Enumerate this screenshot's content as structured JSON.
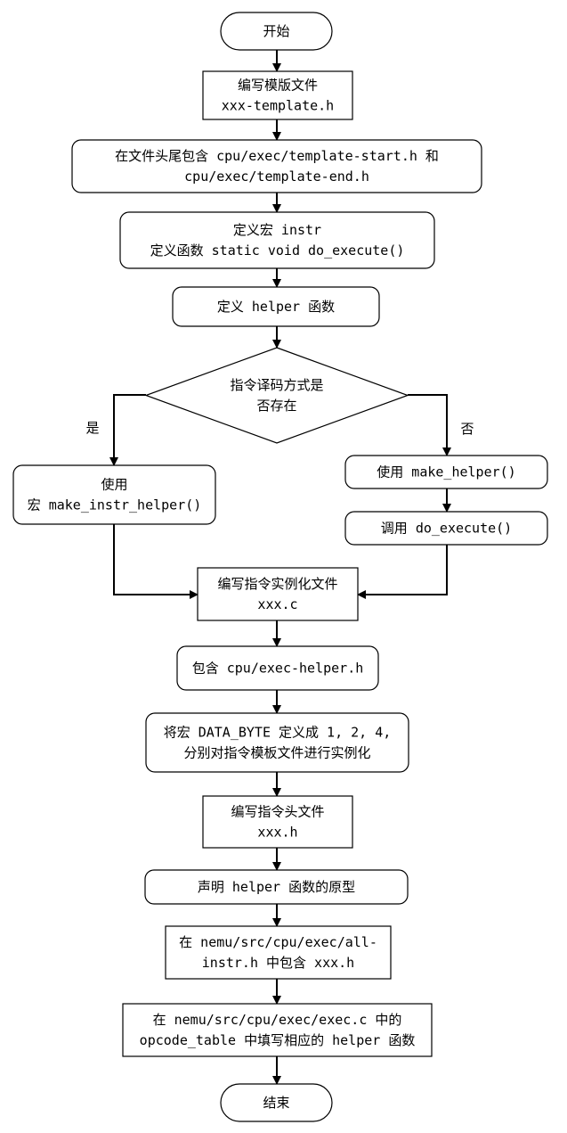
{
  "flowchart": {
    "nodes": {
      "start": {
        "lines": [
          "开始"
        ]
      },
      "write_template": {
        "lines": [
          "编写模版文件",
          "xxx-template.h"
        ]
      },
      "include_start_end": {
        "lines": [
          "在文件头尾包含 cpu/exec/template-start.h 和",
          "cpu/exec/template-end.h"
        ]
      },
      "define_macro": {
        "lines": [
          "定义宏 instr",
          "定义函数 static void do_execute()"
        ]
      },
      "define_helper": {
        "lines": [
          "定义 helper 函数"
        ]
      },
      "decision": {
        "lines": [
          "指令译码方式是",
          "否存在"
        ]
      },
      "use_macro": {
        "lines": [
          "使用",
          "宏 make_instr_helper()"
        ]
      },
      "use_make_helper": {
        "lines": [
          "使用 make_helper()"
        ]
      },
      "call_do_execute": {
        "lines": [
          "调用 do_execute()"
        ]
      },
      "write_instance": {
        "lines": [
          "编写指令实例化文件",
          "xxx.c"
        ]
      },
      "include_exec_helper": {
        "lines": [
          "包含 cpu/exec-helper.h"
        ]
      },
      "define_data_byte": {
        "lines": [
          "将宏 DATA_BYTE 定义成 1, 2, 4,",
          "分别对指令模板文件进行实例化"
        ]
      },
      "write_header": {
        "lines": [
          "编写指令头文件",
          "xxx.h"
        ]
      },
      "declare_helper": {
        "lines": [
          "声明 helper 函数的原型"
        ]
      },
      "include_all_instr": {
        "lines": [
          "在 nemu/src/cpu/exec/all-",
          "instr.h 中包含 xxx.h"
        ]
      },
      "fill_opcode_table": {
        "lines": [
          "在 nemu/src/cpu/exec/exec.c 中的",
          "opcode_table 中填写相应的 helper 函数"
        ]
      },
      "end": {
        "lines": [
          "结束"
        ]
      }
    },
    "branch_labels": {
      "yes": "是",
      "no": "否"
    }
  }
}
